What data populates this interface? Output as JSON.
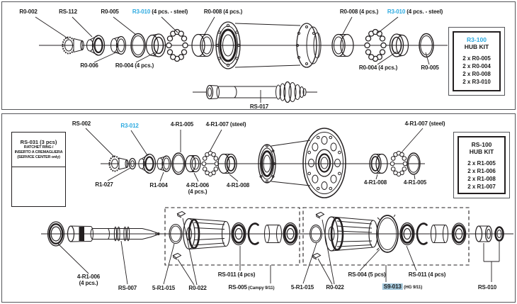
{
  "colors": {
    "accent": "#2AA9E0",
    "highlight": "#A4C8DC",
    "ink": "#231F20"
  },
  "front_hub": {
    "labels": {
      "r0_002": "R0-002",
      "rs_112": "RS-112",
      "r0_005_left": "R0-005",
      "r3_010_left": {
        "code": "R3-010",
        "suffix": " (4 pcs. - steel)"
      },
      "r0_008_left": "R0-008 (4 pcs.)",
      "r0_008_right": "R0-008 (4 pcs.)",
      "r3_010_right": {
        "code": "R3-010",
        "suffix": " (4 pcs. - steel)"
      },
      "r0_006": "R0-006",
      "r0_004_left": "R0-004 (4 pcs.)",
      "r0_004_right": "R0-004 (4 pcs.)",
      "r0_005_right": "R0-005",
      "rs_017": "RS-017"
    },
    "kit_box": {
      "title": "R3-100",
      "subtitle": "HUB KIT",
      "items": [
        "2 x R0-005",
        "2 x R0-004",
        "2 x R0-008",
        "2 x R3-010"
      ]
    }
  },
  "rear_hub": {
    "service_box": {
      "line1": "RS-031 (3 pcs)",
      "line2": "RATCHET RING /",
      "line3": "INSERTO A CREMAGLIERA",
      "line4": "(SERVICE CENTER only)"
    },
    "labels": {
      "rs_002": "RS-002",
      "r3_012": "R3-012",
      "r1_005_top": "4-R1-005",
      "r1_007_left": "4-R1-007 (steel)",
      "r1_007_right": "4-R1-007 (steel)",
      "r1_027": "R1-027",
      "r1_004": "R1-004",
      "r1_006_mid": {
        "line1": "4-R1-006",
        "line2": "(4 pcs.)"
      },
      "r1_008_left": "4-R1-008",
      "r1_008_right": "4-R1-008",
      "r1_005_right": "4-R1-005",
      "r1_006_low": {
        "line1": "4-R1-006",
        "line2": "(4 pcs.)"
      },
      "rs_007": "RS-007",
      "r1_015_a": "5-R1-015",
      "r0_022_a": "R0-022",
      "rs_011_a": "RS-011 (4 pcs)",
      "rs_005": {
        "code": "RS-005",
        "suffix": " (Campy 9/11)"
      },
      "r1_015_b": "5-R1-015",
      "r0_022_b": "R0-022",
      "rs_004": "RS-004 (5 pcs)",
      "s9_013": {
        "code": "S9-013",
        "suffix": " (HG 9/11)"
      },
      "rs_011_b": "RS-011 (4 pcs)",
      "rs_010": "RS-010"
    },
    "kit_box": {
      "title": "RS-100",
      "subtitle": "HUB KIT",
      "items": [
        "2 x R1-005",
        "2 x R1-006",
        "2 x R1-008",
        "2 x R1-007"
      ]
    }
  }
}
